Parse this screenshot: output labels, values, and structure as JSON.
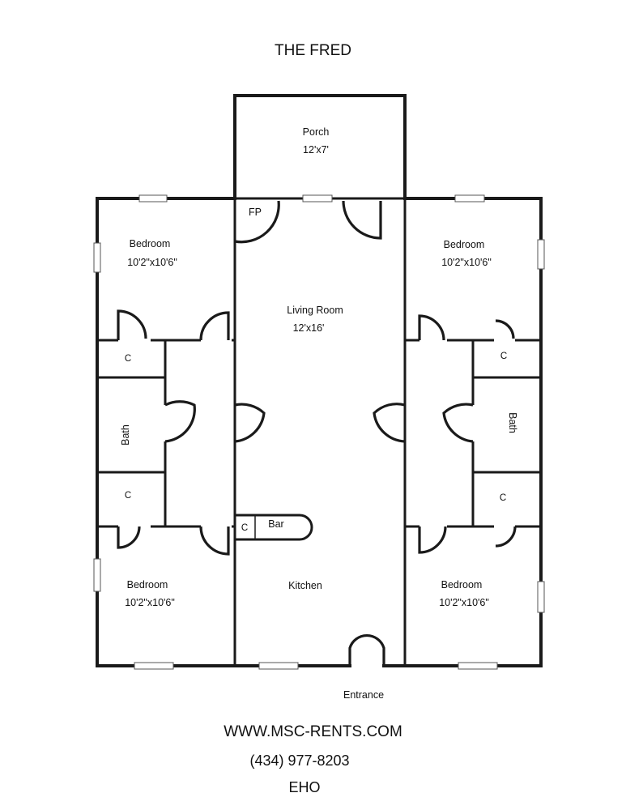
{
  "title": "THE FRED",
  "rooms": {
    "porch": {
      "name": "Porch",
      "size": "12'x7'"
    },
    "fireplace": {
      "name": "FP"
    },
    "living_room": {
      "name": "Living Room",
      "size": "12'x16'"
    },
    "bedroom_top_left": {
      "name": "Bedroom",
      "size": "10'2\"x10'6\""
    },
    "bedroom_top_right": {
      "name": "Bedroom",
      "size": "10'2\"x10'6\""
    },
    "bedroom_bottom_left": {
      "name": "Bedroom",
      "size": "10'2\"x10'6\""
    },
    "bedroom_bottom_right": {
      "name": "Bedroom",
      "size": "10'2\"x10'6\""
    },
    "closet_left_top": {
      "name": "C"
    },
    "closet_left_bottom": {
      "name": "C"
    },
    "closet_right_top": {
      "name": "C"
    },
    "closet_right_bottom": {
      "name": "C"
    },
    "closet_bar": {
      "name": "C"
    },
    "bath_left": {
      "name": "Bath"
    },
    "bath_right": {
      "name": "Bath"
    },
    "bar": {
      "name": "Bar"
    },
    "kitchen": {
      "name": "Kitchen"
    }
  },
  "entrance": "Entrance",
  "footer": {
    "website": "WWW.MSC-RENTS.COM",
    "phone": "(434) 977-8203",
    "eho": "EHO"
  }
}
